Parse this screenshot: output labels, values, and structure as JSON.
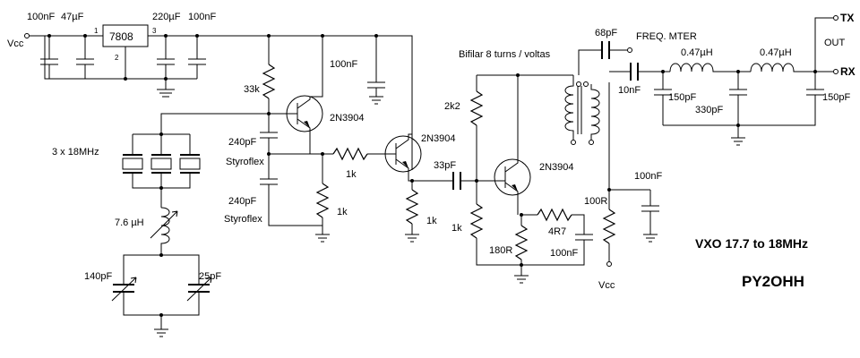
{
  "title": "VXO 17.7 to 18MHz",
  "callsign": "PY2OHH",
  "ports": {
    "vcc_in": "Vcc",
    "vcc_out": "Vcc",
    "tx": "TX",
    "rx": "RX",
    "out": "OUT",
    "freq_meter": "FREQ. MTER"
  },
  "regulator": {
    "name": "7808",
    "pin1": "1",
    "pin2": "2",
    "pin3": "3"
  },
  "labels": {
    "c_in1": "100nF",
    "c_in2": "47µF",
    "c_out1": "220µF",
    "c_out2": "100nF",
    "r_bias": "33k",
    "q1": "2N3904",
    "c_dec1": "100nF",
    "c_fb1": "240pF",
    "c_fb1_type": "Styroflex",
    "c_fb2": "240pF",
    "c_fb2_type": "Styroflex",
    "r_b2": "1k",
    "r_e1": "1k",
    "crystals": "3 x 18MHz",
    "inductor": "7.6 µH",
    "vc1": "140pF",
    "vc2": "25pF",
    "q2": "2N3904",
    "r_e2": "1k",
    "c_couple": "33pF",
    "transformer": "Bifilar 8 turns / voltas",
    "r_col": "2k2",
    "r_base_low": "1k",
    "q3": "2N3904",
    "r_emit": "180R",
    "r_damp": "4R7",
    "c_emit": "100nF",
    "c_meter": "68pF",
    "r_feed": "100R",
    "c_feed": "100nF",
    "c_out_couple": "10nF",
    "l1": "0.47µH",
    "l2": "0.47µH",
    "c_pi1": "150pF",
    "c_pi2": "330pF",
    "c_pi3": "150pF"
  }
}
